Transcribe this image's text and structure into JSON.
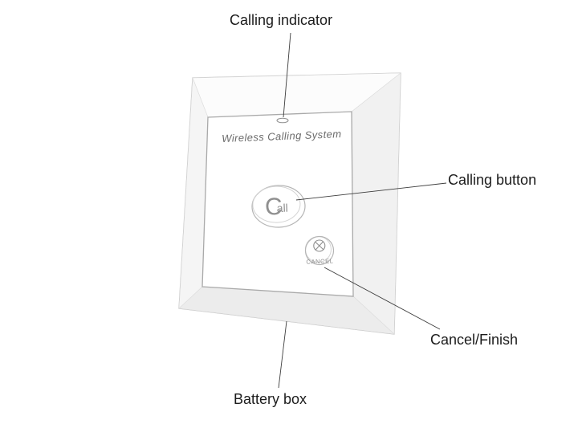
{
  "labels": {
    "calling_indicator": "Calling indicator",
    "calling_button": "Calling button",
    "cancel_finish": "Cancel/Finish",
    "battery_box": "Battery box"
  },
  "device": {
    "header": "Wireless Calling System",
    "call_c": "C",
    "call_rest": "all",
    "cancel_label": "CANCEL"
  },
  "colors": {
    "plate_stroke": "#c2c2c2",
    "face_stroke": "#a9a9a9",
    "button_stroke": "#b5b5b5",
    "gray_text": "#8f8f8f",
    "leader_line": "#3c3c3c",
    "label_text": "#1c1c1c"
  }
}
